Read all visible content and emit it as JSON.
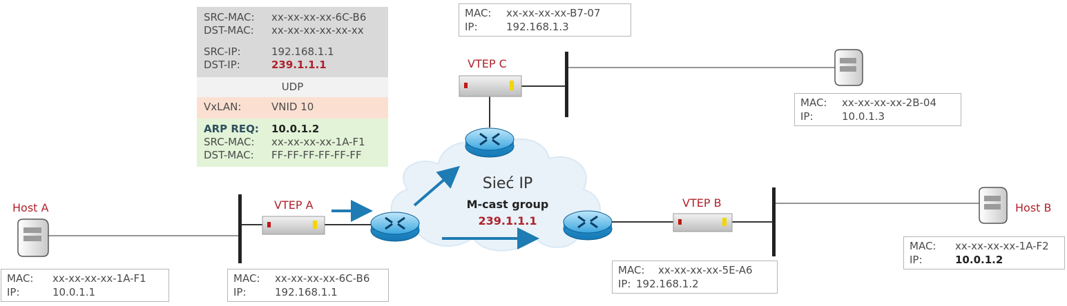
{
  "packet": {
    "outer": {
      "src_mac_label": "SRC-MAC:",
      "src_mac": "xx-xx-xx-xx-6C-B6",
      "dst_mac_label": "DST-MAC:",
      "dst_mac": "xx-xx-xx-xx-xx-xx",
      "src_ip_label": "SRC-IP:",
      "src_ip": "192.168.1.1",
      "dst_ip_label": "DST-IP:",
      "dst_ip": "239.1.1.1"
    },
    "udp": "UDP",
    "vxlan": {
      "label": "VxLAN:",
      "value": "VNID 10"
    },
    "arp": {
      "label": "ARP REQ:",
      "value": "10.0.1.2",
      "src_mac_label": "SRC-MAC:",
      "src_mac": "xx-xx-xx-xx-1A-F1",
      "dst_mac_label": "DST-MAC:",
      "dst_mac": "FF-FF-FF-FF-FF-FF"
    },
    "colors": {
      "outer": "#d9d9d9",
      "udp": "#f2f2f2",
      "vxlan": "#fbe0d2",
      "arp": "#e2f3d7",
      "dst_ip": "#b0202a"
    }
  },
  "vtep_c": {
    "label": "VTEP C",
    "mac_label": "MAC:",
    "mac": "xx-xx-xx-xx-B7-07",
    "ip_label": "IP:",
    "ip": "192.168.1.3"
  },
  "host_c": {
    "mac_label": "MAC:",
    "mac": "xx-xx-xx-xx-2B-04",
    "ip_label": "IP:",
    "ip": "10.0.1.3"
  },
  "host_a": {
    "label": "Host A",
    "mac_label": "MAC:",
    "mac": "xx-xx-xx-xx-1A-F1",
    "ip_label": "IP:",
    "ip": "10.0.1.1"
  },
  "vtep_a": {
    "label": "VTEP A",
    "mac_label": "MAC:",
    "mac": "xx-xx-xx-xx-6C-B6",
    "ip_label": "IP:",
    "ip": "192.168.1.1"
  },
  "vtep_b": {
    "label": "VTEP B",
    "mac_label": "MAC:",
    "mac": "xx-xx-xx-xx-5E-A6",
    "ip_label": "IP:",
    "ip": "192.168.1.2"
  },
  "host_b": {
    "label": "Host B",
    "mac_label": "MAC:",
    "mac": "xx-xx-xx-xx-1A-F2",
    "ip_label": "IP:",
    "ip": "10.0.1.2"
  },
  "cloud": {
    "title": "Sieć IP",
    "subtitle": "M-cast group",
    "group": "239.1.1.1"
  },
  "icons": {
    "router": "router-icon",
    "server": "server-icon",
    "vtep": "vtep-device-icon",
    "arrow": "flow-arrow-icon"
  }
}
